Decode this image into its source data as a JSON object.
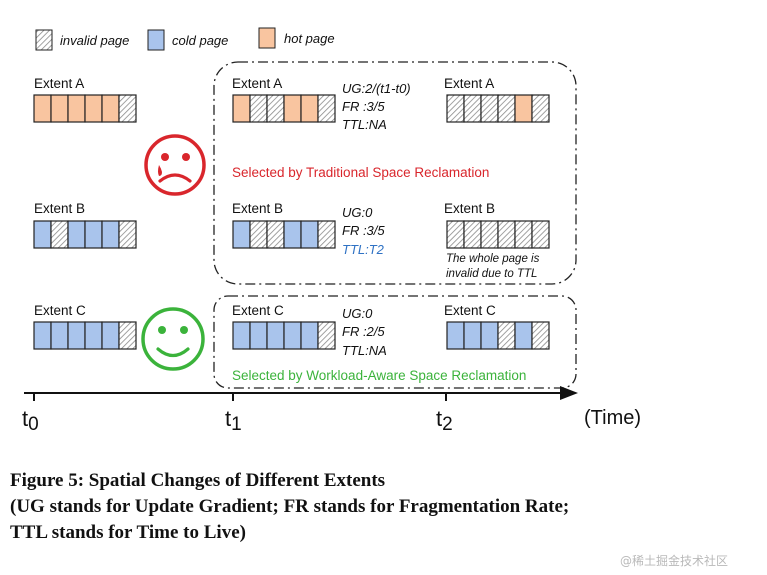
{
  "legend": {
    "invalid_label": "invalid page",
    "cold_label": "cold page",
    "hot_label": "hot page"
  },
  "colors": {
    "hot": "#f9c5a0",
    "cold": "#a9c4ec",
    "invalid_bg": "#ffffff",
    "invalid_hatch": "#8a8a8a",
    "sad_face": "#d9262c",
    "happy_face": "#3bb33b",
    "traditional_text": "#d9262c",
    "workload_text": "#3bb33b",
    "ttl_highlight": "#2f72c4"
  },
  "extents": {
    "a": {
      "label": "Extent A",
      "t0": [
        "hot",
        "hot",
        "hot",
        "hot",
        "hot",
        "invalid"
      ],
      "t1": [
        "hot",
        "invalid",
        "invalid",
        "hot",
        "hot",
        "invalid"
      ],
      "t2": [
        "invalid",
        "invalid",
        "invalid",
        "invalid",
        "hot",
        "invalid"
      ],
      "t1_stats": {
        "ug": "UG:2/(t1-t0)",
        "fr": "FR :3/5",
        "ttl": "TTL:NA"
      }
    },
    "b": {
      "label": "Extent B",
      "t0": [
        "cold",
        "invalid",
        "cold",
        "cold",
        "cold",
        "invalid"
      ],
      "t1": [
        "cold",
        "invalid",
        "invalid",
        "cold",
        "cold",
        "invalid"
      ],
      "t2": [
        "invalid",
        "invalid",
        "invalid",
        "invalid",
        "invalid",
        "invalid"
      ],
      "t1_stats": {
        "ug": "UG:0",
        "fr": "FR :3/5",
        "ttl": "TTL:T2"
      },
      "t2_note_line1": "The whole page is",
      "t2_note_line2": "invalid due to TTL"
    },
    "c": {
      "label": "Extent C",
      "t0": [
        "cold",
        "cold",
        "cold",
        "cold",
        "cold",
        "invalid"
      ],
      "t1": [
        "cold",
        "cold",
        "cold",
        "cold",
        "cold",
        "invalid"
      ],
      "t2": [
        "cold",
        "cold",
        "cold",
        "invalid",
        "cold",
        "invalid"
      ],
      "t1_stats": {
        "ug": "UG:0",
        "fr": "FR :2/5",
        "ttl": "TTL:NA"
      }
    }
  },
  "reclamation": {
    "traditional": "Selected by Traditional Space Reclamation",
    "workload_aware": "Selected by Workload-Aware Space Reclamation"
  },
  "axis": {
    "ticks": [
      {
        "main": "t",
        "sub": "0"
      },
      {
        "main": "t",
        "sub": "1"
      },
      {
        "main": "t",
        "sub": "2"
      }
    ],
    "unit": "(Time)"
  },
  "caption": {
    "line1": "Figure 5: Spatial Changes of Different Extents",
    "line2": "(UG stands for Update Gradient; FR stands for Fragmentation Rate;",
    "line3": "TTL stands for Time to Live)"
  },
  "watermark": "@稀土掘金技术社区"
}
